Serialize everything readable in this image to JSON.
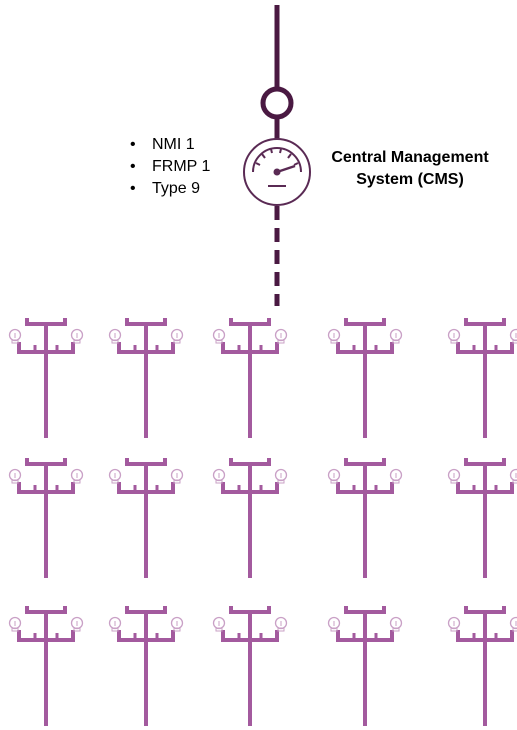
{
  "meter_details": [
    "NMI 1",
    "FRMP 1",
    "Type 9"
  ],
  "cms": {
    "line1": "Central Management",
    "line2": "System (CMS)",
    "icon": "gauge-meter-icon"
  },
  "streetlights": {
    "rows": 3,
    "columns": 5,
    "icon": "streetlight-pole-icon"
  },
  "colors": {
    "supply_line": "#4a1942",
    "meter_ring": "#5a2a54",
    "pole": "#a35a9e",
    "bulb": "#c9a0c6"
  }
}
